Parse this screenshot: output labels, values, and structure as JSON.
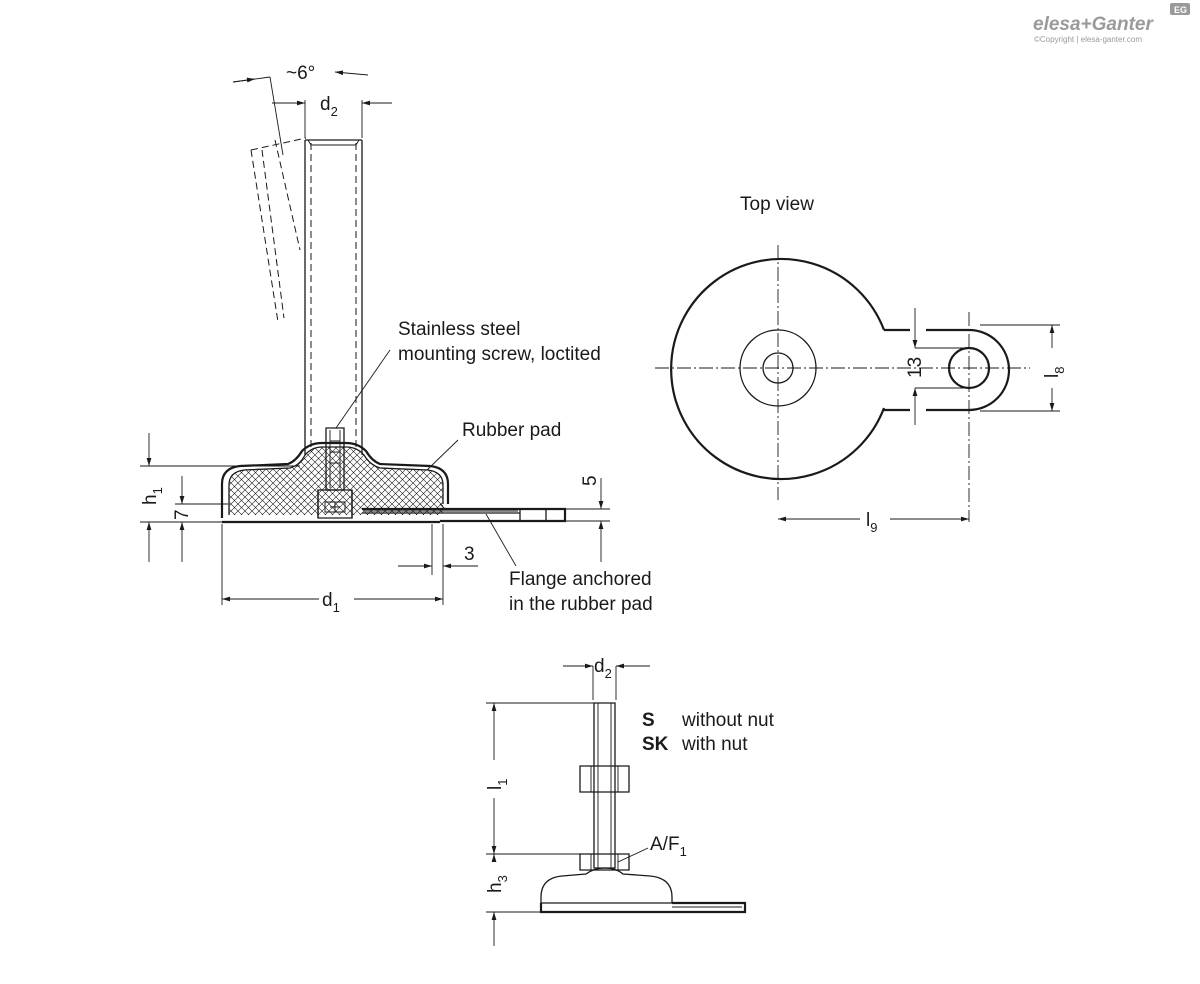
{
  "logo": {
    "brand": "elesa+Ganter",
    "badge": "EG",
    "copyright": "©Copyright | elesa-ganter.com"
  },
  "side_view": {
    "angle": "~6°",
    "d2": "d",
    "d2_sub": "2",
    "h1": "h",
    "h1_sub": "1",
    "dim_7": "7",
    "dim_5": "5",
    "dim_3": "3",
    "d1": "d",
    "d1_sub": "1",
    "screw_note_1": "Stainless steel",
    "screw_note_2": "mounting screw, loctited",
    "rubber_note": "Rubber pad",
    "flange_note_1": "Flange anchored",
    "flange_note_2": "in the rubber pad"
  },
  "top_view": {
    "title": "Top view",
    "dim_13": "13",
    "l8": "l",
    "l8_sub": "8",
    "l9": "l",
    "l9_sub": "9"
  },
  "lower_view": {
    "d2": "d",
    "d2_sub": "2",
    "l1": "l",
    "l1_sub": "1",
    "h3": "h",
    "h3_sub": "3",
    "af": "A/F",
    "af_sub": "1",
    "legend": [
      {
        "code": "S",
        "text": "without nut"
      },
      {
        "code": "SK",
        "text": "with nut"
      }
    ]
  }
}
